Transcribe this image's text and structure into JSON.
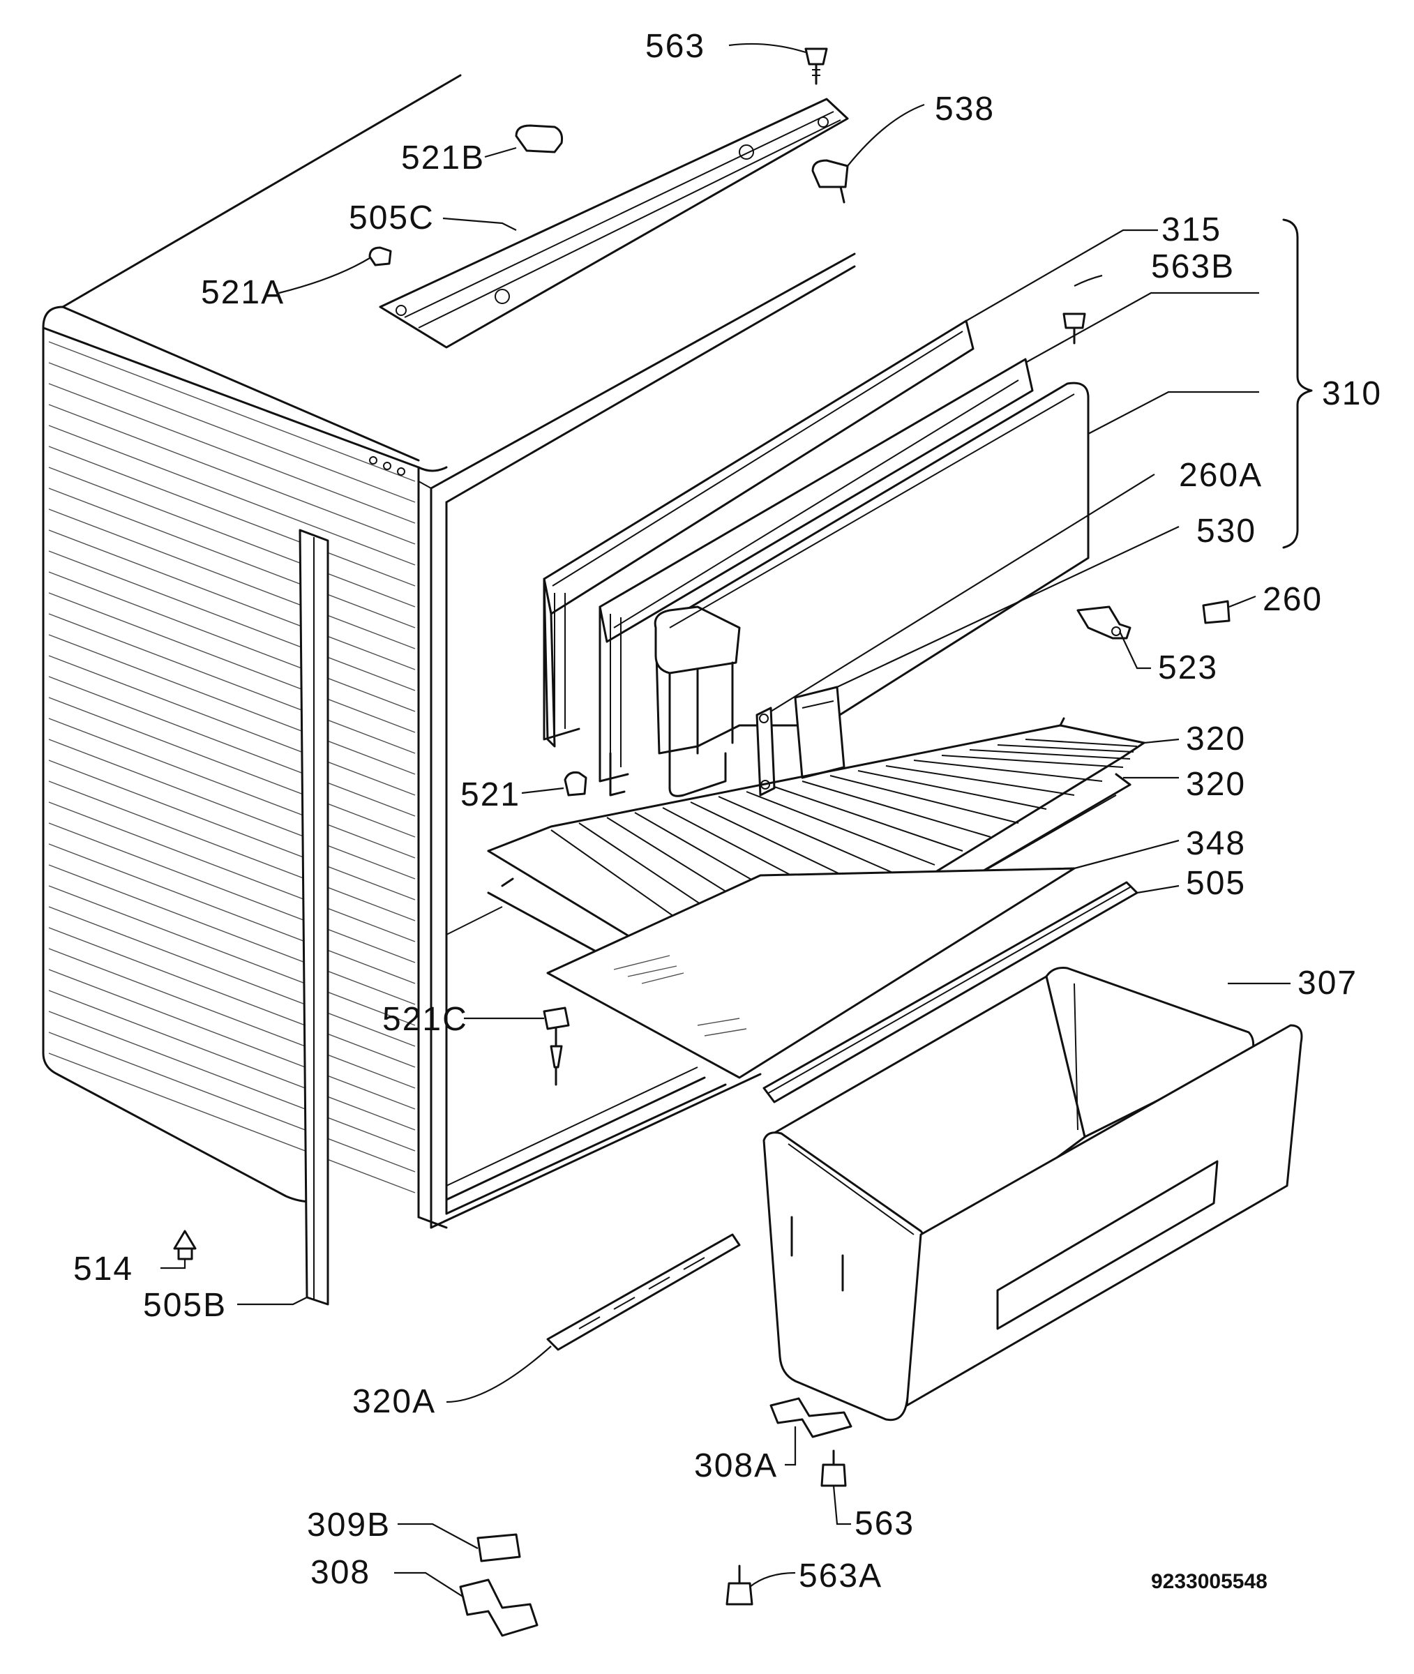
{
  "diagram": {
    "labels": {
      "p563_top": "563",
      "p538": "538",
      "p521B": "521B",
      "p505C": "505C",
      "p521A": "521A",
      "p315": "315",
      "p563B": "563B",
      "p310": "310",
      "p260A": "260A",
      "p530": "530",
      "p260": "260",
      "p523": "523",
      "p320_a": "320",
      "p320_b": "320",
      "p521": "521",
      "p348": "348",
      "p505": "505",
      "p307": "307",
      "p521C": "521C",
      "p514": "514",
      "p505B": "505B",
      "p320A": "320A",
      "p308A": "308A",
      "p563_bottom": "563",
      "p309B": "309B",
      "p308": "308",
      "p563A": "563A"
    },
    "document_number": "9233005548"
  }
}
